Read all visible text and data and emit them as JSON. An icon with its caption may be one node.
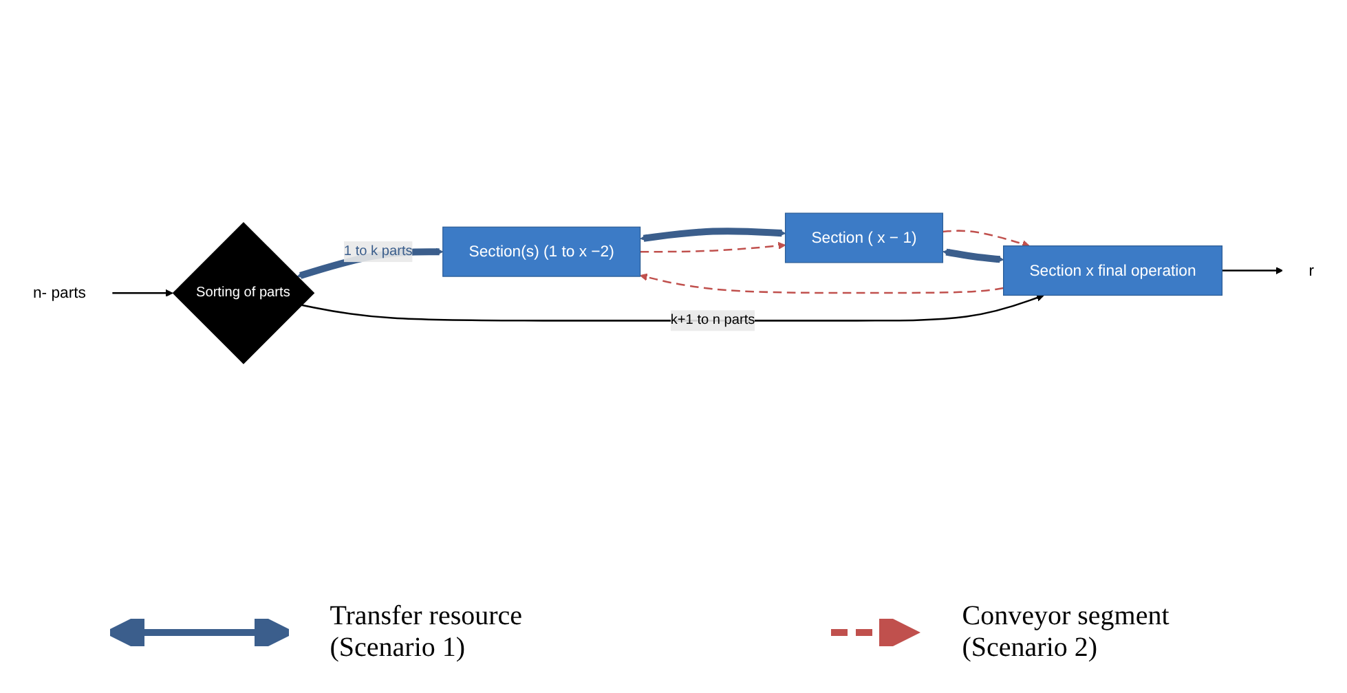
{
  "diagram": {
    "nodes": [
      {
        "text": [
          "n- parts"
        ]
      },
      {
        "text": [
          "Sorting of parts"
        ]
      },
      {
        "text": [
          "Section(s) (1 to x −2)"
        ]
      },
      {
        "text": [
          "Section ( x − 1)"
        ]
      },
      {
        "text": [
          "Section x final operation"
        ]
      },
      {
        "text": [
          "r"
        ]
      }
    ],
    "edges": [
      {
        "from": 0,
        "to": 1,
        "arrow": "to"
      },
      {
        "from": 1,
        "to": 2,
        "arrow": "both",
        "label": "1 to k parts",
        "style": "thick",
        "color": "#3b5e8c"
      },
      {
        "from": 2,
        "to": 3,
        "arrow": "both",
        "style": "thick",
        "color": "#3b5e8c"
      },
      {
        "from": 2,
        "to": 3,
        "arrow": "to",
        "style": "dashed",
        "color": "#c0504d"
      },
      {
        "from": 3,
        "to": 4,
        "arrow": "to",
        "style": "dashed",
        "color": "#c0504d"
      },
      {
        "from": 3,
        "to": 4,
        "arrow": "both",
        "style": "thick",
        "color": "#3b5e8c"
      },
      {
        "from": 4,
        "to": 2,
        "arrow": "to",
        "style": "dashed",
        "color": "#c0504d"
      },
      {
        "from": 1,
        "to": 4,
        "arrow": "to",
        "label": "k+1 to n parts"
      },
      {
        "from": 4,
        "to": 5,
        "arrow": "to"
      }
    ],
    "legend": [
      {
        "text": "Transfer resource (Scenario 1)"
      },
      {
        "text": "Conveyor segment (Scenario 2)"
      }
    ]
  }
}
